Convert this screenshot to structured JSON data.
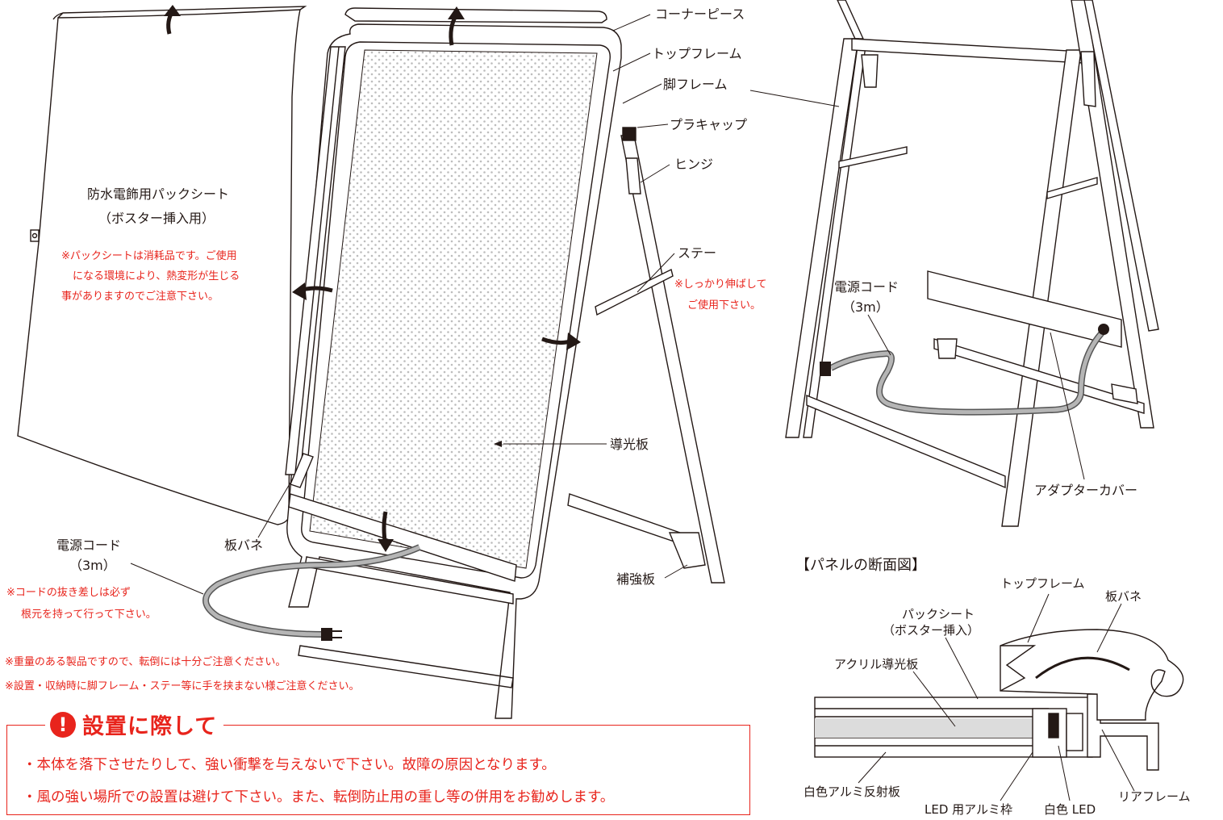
{
  "colors": {
    "accent_red": "#e8241c",
    "ink": "#231815",
    "frame_gray": "#666666",
    "cord_gray": "#8a8a8a"
  },
  "left_figure": {
    "back_sheet_label": "防水電飾用パックシート",
    "back_sheet_sub": "（ボスター挿入用）",
    "back_sheet_note": [
      "※パックシートは消耗品です。ご使用",
      "になる環境により、熱変形が生じる",
      "事がありますのでご注意下さい。"
    ],
    "labels": {
      "corner_piece": "コーナーピース",
      "top_frame": "トップフレーム",
      "leg_frame": "脚フレーム",
      "plastic_cap": "プラキャップ",
      "hinge": "ヒンジ",
      "stay": "ステー",
      "light_guide": "導光板",
      "leaf_spring": "板バネ",
      "reinforcement": "補強板",
      "power_cord": "電源コード",
      "power_cord_len": "（3m）"
    },
    "stay_note": [
      "※しっかり伸ばして",
      "ご使用下さい。"
    ],
    "cord_note": [
      "※コードの抜き差しは必ず",
      "根元を持って行って下さい。"
    ],
    "weight_notes": [
      "※重量のある製品ですので、転倒には十分ご注意ください。",
      "※設置・収納時に脚フレーム・ステー等に手を挟まない様ご注意ください。"
    ]
  },
  "right_figure": {
    "power_cord": "電源コード",
    "power_cord_len": "（3m）",
    "adapter_cover": "アダプターカバー"
  },
  "cross_section": {
    "title": "【パネルの断面図】",
    "top_frame": "トップフレーム",
    "leaf_spring": "板バネ",
    "back_sheet": "パックシート",
    "back_sheet_sub": "（ボスター挿入）",
    "acrylic": "アクリル導光板",
    "reflector": "白色アルミ反射板",
    "led_frame": "LED 用アルミ枠",
    "white_led": "白色 LED",
    "rear_frame": "リアフレーム"
  },
  "warning": {
    "title": "設置に際して",
    "items": [
      "・本体を落下させたりして、強い衝撃を与えないで下さい。故障の原因となります。",
      "・風の強い場所での設置は避けて下さい。また、転倒防止用の重し等の併用をお勧めします。"
    ]
  }
}
